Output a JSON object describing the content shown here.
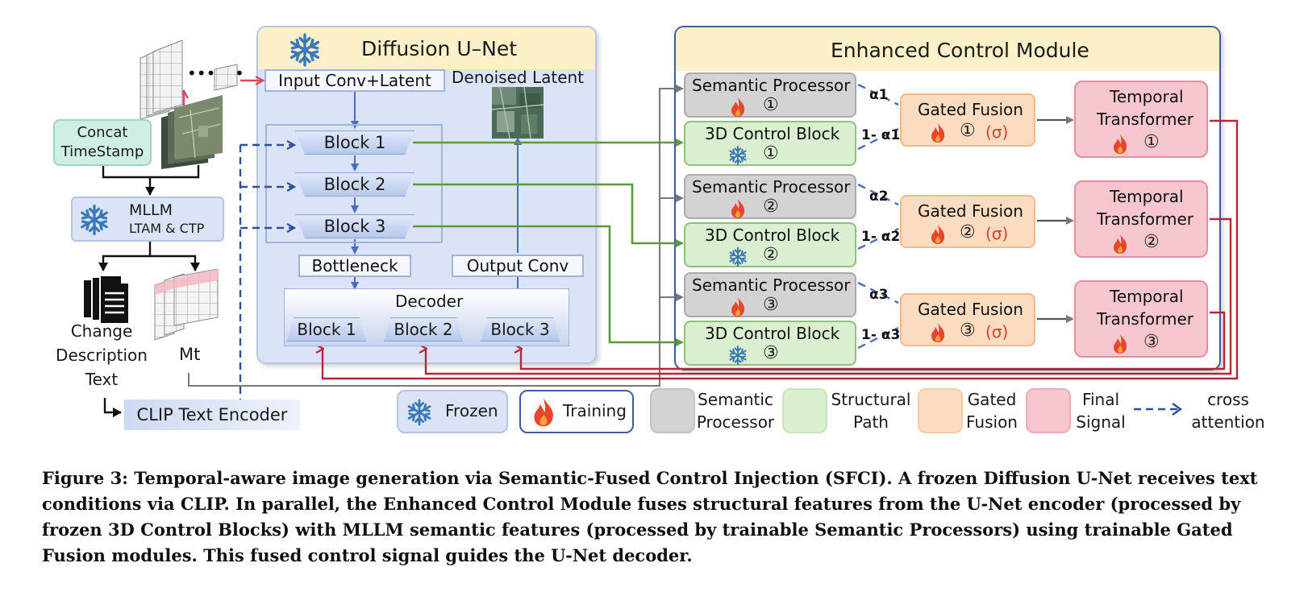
{
  "unet": {
    "title": "Diffusion U–Net",
    "input_conv": "Input Conv+Latent",
    "denoised_latent": "Denoised Latent",
    "blocks": [
      "Block 1",
      "Block 2",
      "Block 3"
    ],
    "bottleneck": "Bottleneck",
    "output_conv": "Output Conv",
    "decoder_title": "Decoder",
    "decoder_blocks": [
      "Block 1",
      "Block 2",
      "Block 3"
    ]
  },
  "ecm": {
    "title": "Enhanced Control Module",
    "semantic_processor": "Semantic Processor",
    "control_block": "3D Control Block",
    "gated_fusion": "Gated Fusion",
    "temporal_transformer_line1": "Temporal",
    "temporal_transformer_line2": "Transformer",
    "sigma": "(σ)",
    "circled": [
      "①",
      "②",
      "③"
    ],
    "alpha": [
      "α1",
      "α2",
      "α3"
    ],
    "one_minus_alpha": [
      "1- α1",
      "1- α2",
      "1- α3"
    ]
  },
  "left": {
    "concat_line1": "Concat",
    "concat_line2": "TimeStamp",
    "mllm_title": "MLLM",
    "mllm_sub": "LTAM & CTP",
    "change_line1": "Change",
    "change_line2": "Description",
    "change_line3": "Text",
    "mt": "Mt",
    "clip": "CLIP Text Encoder",
    "dots": "••••••"
  },
  "legend": {
    "frozen": "Frozen",
    "training": "Training",
    "semantic_line1": "Semantic",
    "semantic_line2": "Processor",
    "structural_line1": "Structural",
    "structural_line2": "Path",
    "gated_line1": "Gated",
    "gated_line2": "Fusion",
    "final_line1": "Final",
    "final_line2": "Signal",
    "cross_line1": "cross",
    "cross_line2": "attention"
  },
  "caption": "Figure 3: Temporal-aware image generation via Semantic-Fused Control Injection (SFCI). A frozen Diffusion U-Net receives text conditions via CLIP. In parallel, the Enhanced Control Module fuses structural features from the U-Net encoder (processed by frozen 3D Control Blocks) with MLLM semantic features (processed by trainable Semantic Processors) using trainable Gated Fusion modules. This fused control signal guides the U-Net decoder.",
  "colors": {
    "green_arrow": "#5a9a3a",
    "red_arrow": "#b5263a",
    "blue_arrow": "#4a6fc0",
    "dashed_blue": "#2f4f99",
    "flame": "#e8452c",
    "snow": "#3a78b8"
  }
}
